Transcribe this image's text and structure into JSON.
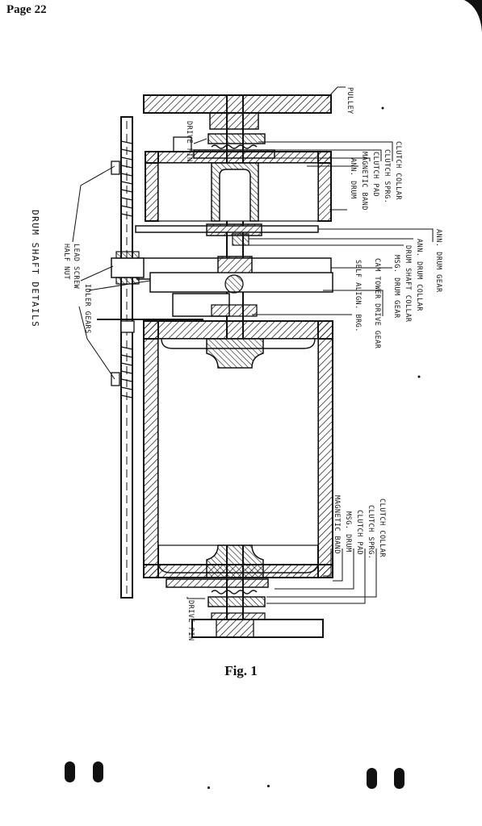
{
  "page": {
    "label": "Page 22"
  },
  "figure": {
    "caption": "Fig. 1",
    "title": "DRUM SHAFT DETAILS"
  },
  "labels_right_top": [
    "PULLEY",
    "DRIVE PIN",
    "CLUTCH COLLAR",
    "CLUTCH SPRG.",
    "CLUTCH PAD",
    "MAGNETIC BAND",
    "ANN. DRUM"
  ],
  "labels_right_middle": [
    "ANN. DRUM GEAR",
    "ANN. DRUM COLLAR",
    "DRUM SHAFT COLLAR",
    "MSG. DRUM GEAR",
    "CAM TOWER DRIVE GEAR",
    "SELF ALIGN. BRG."
  ],
  "labels_right_bottom": [
    "CLUTCH COLLAR",
    "CLUTCH SPRG.",
    "CLUTCH PAD",
    "MSG. DRUM",
    "MAGNETIC BAND",
    "DRIVE PIN"
  ],
  "labels_left": [
    "IDLER GEARS",
    "LEAD SCREW",
    "HALF NUT"
  ]
}
